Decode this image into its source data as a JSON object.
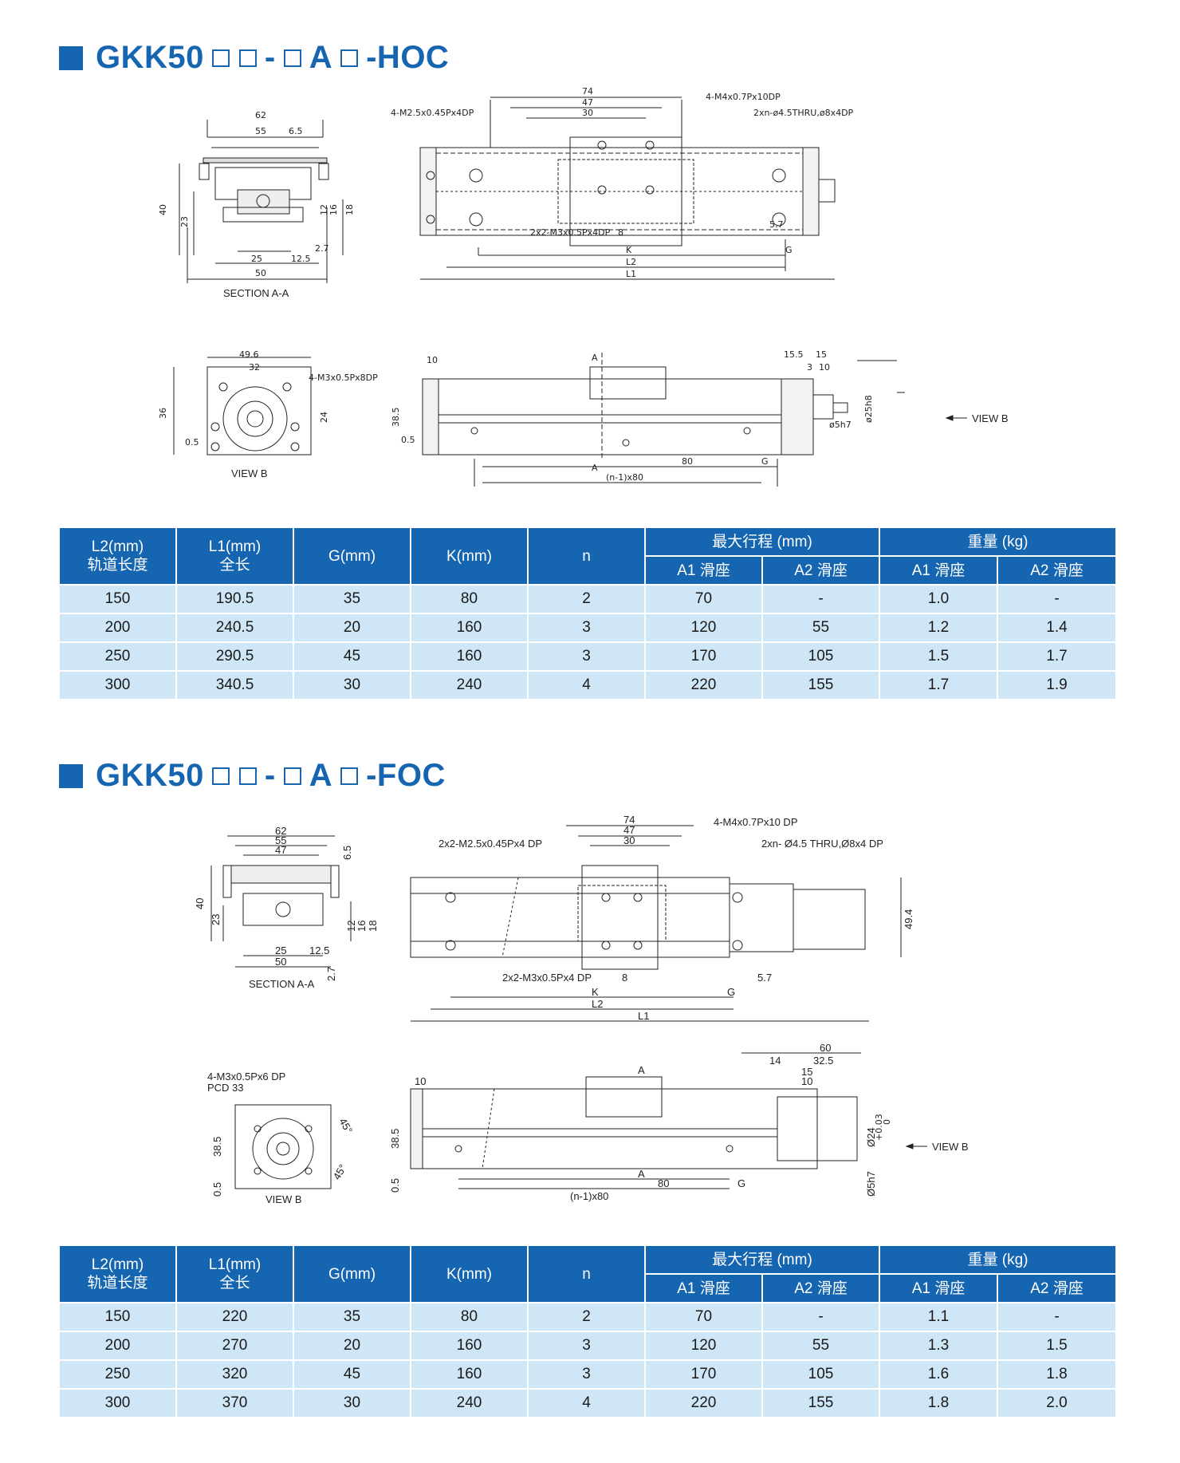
{
  "sections": [
    {
      "title_prefix": "GKK50",
      "title_mid": "-",
      "title_letter": "A",
      "title_suffix": "-HOC",
      "drawing_labels": {
        "section": "SECTION A-A",
        "view": "VIEW B",
        "view_arrow": "VIEW B",
        "d62": "62",
        "d55": "55",
        "d6_5": "6.5",
        "d40": "40",
        "d23": "23",
        "d12": "12",
        "d16": "16",
        "d18": "18",
        "d25": "25",
        "d12_5": "12.5",
        "d2_7": "2.7",
        "d50": "50",
        "d74": "74",
        "d47": "47",
        "d30": "30",
        "m4": "4-M4x0.7Px10DP",
        "m25": "4-M2.5x0.45Px4DP",
        "thru": "2xn-ø4.5THRU,ø8x4DP",
        "m3": "2x2-M3x0.5Px4DP",
        "d8": "8",
        "d5_7": "5.7",
        "K": "K",
        "G": "G",
        "L2": "L2",
        "L1": "L1",
        "d49_6": "49.6",
        "d32": "32",
        "m3b": "4-M3x0.5Px8DP",
        "d36": "36",
        "d24": "24",
        "d0_5": "0.5",
        "d10": "10",
        "d38_5": "38.5",
        "A": "A",
        "d80": "80",
        "n80": "(n-1)x80",
        "d15_5": "15.5",
        "d15": "15",
        "d3": "3",
        "d10b": "10",
        "d25h8": "ø25h8",
        "d5h7": "ø5h7"
      },
      "table": {
        "headers": {
          "l2": "L2(mm)",
          "l2_sub": "轨道长度",
          "l1": "L1(mm)",
          "l1_sub": "全长",
          "g": "G(mm)",
          "k": "K(mm)",
          "n": "n",
          "stroke": "最大行程 (mm)",
          "weight": "重量 (kg)",
          "a1": "A1 滑座",
          "a2": "A2 滑座",
          "a1w": "A1 滑座",
          "a2w": "A2 滑座"
        },
        "rows": [
          [
            "150",
            "190.5",
            "35",
            "80",
            "2",
            "70",
            "-",
            "1.0",
            "-"
          ],
          [
            "200",
            "240.5",
            "20",
            "160",
            "3",
            "120",
            "55",
            "1.2",
            "1.4"
          ],
          [
            "250",
            "290.5",
            "45",
            "160",
            "3",
            "170",
            "105",
            "1.5",
            "1.7"
          ],
          [
            "300",
            "340.5",
            "30",
            "240",
            "4",
            "220",
            "155",
            "1.7",
            "1.9"
          ]
        ]
      }
    },
    {
      "title_prefix": "GKK50",
      "title_mid": "-",
      "title_letter": "A",
      "title_suffix": "-FOC",
      "drawing_labels": {
        "section": "SECTION A-A",
        "view": "VIEW B",
        "view_arrow": "VIEW B",
        "d62": "62",
        "d55": "55",
        "d47": "47",
        "d6_5": "6.5",
        "d40": "40",
        "d23": "23",
        "d12": "12",
        "d16": "16",
        "d18": "18",
        "d25": "25",
        "d12_5": "12.5",
        "d2_7": "2.7",
        "d50": "50",
        "d74": "74",
        "d47b": "47",
        "d30": "30",
        "m4": "4-M4x0.7Px10 DP",
        "m25": "2x2-M2.5x0.45Px4 DP",
        "thru": "2xn- Ø4.5 THRU,Ø8x4 DP",
        "m3": "2x2-M3x0.5Px4 DP",
        "d8": "8",
        "d5_7": "5.7",
        "K": "K",
        "G": "G",
        "L2": "L2",
        "L1": "L1",
        "d49_4": "49.4",
        "m3b": "4-M3x0.5Px6 DP",
        "pcd": "PCD 33",
        "deg45a": "45°",
        "deg45b": "45°",
        "d38_5": "38.5",
        "d0_5": "0.5",
        "d10": "10",
        "A": "A",
        "d80": "80",
        "n80": "(n-1)x80",
        "d60": "60",
        "d14": "14",
        "d32_5": "32.5",
        "d15": "15",
        "d10b": "10",
        "d24": "Ø24",
        "tol": "+0.03",
        "tol0": "0",
        "d5h7": "Ø5h7"
      },
      "table": {
        "headers": {
          "l2": "L2(mm)",
          "l2_sub": "轨道长度",
          "l1": "L1(mm)",
          "l1_sub": "全长",
          "g": "G(mm)",
          "k": "K(mm)",
          "n": "n",
          "stroke": "最大行程 (mm)",
          "weight": "重量 (kg)",
          "a1": "A1 滑座",
          "a2": "A2 滑座",
          "a1w": "A1 滑座",
          "a2w": "A2 滑座"
        },
        "rows": [
          [
            "150",
            "220",
            "35",
            "80",
            "2",
            "70",
            "-",
            "1.1",
            "-"
          ],
          [
            "200",
            "270",
            "20",
            "160",
            "3",
            "120",
            "55",
            "1.3",
            "1.5"
          ],
          [
            "250",
            "320",
            "45",
            "160",
            "3",
            "170",
            "105",
            "1.6",
            "1.8"
          ],
          [
            "300",
            "370",
            "30",
            "240",
            "4",
            "220",
            "155",
            "1.8",
            "2.0"
          ]
        ]
      }
    }
  ]
}
